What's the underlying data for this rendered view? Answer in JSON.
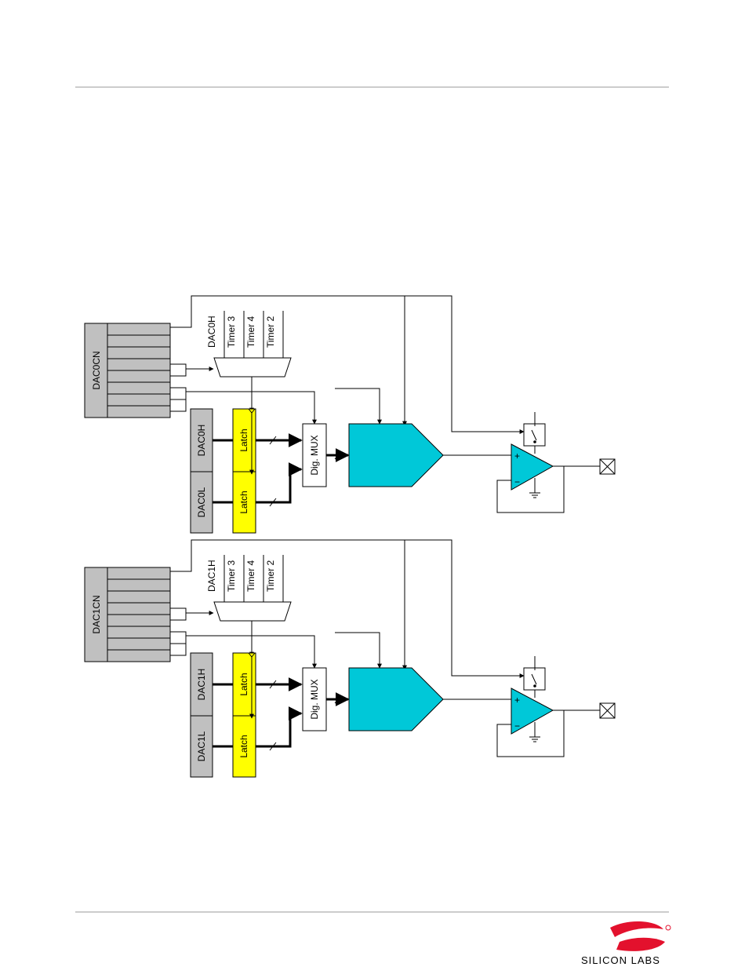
{
  "channels": [
    {
      "control_register": "DAC0CN",
      "high_register": "DAC0H",
      "low_register": "DAC0L",
      "mux_inputs": [
        "DAC0H",
        "Timer 3",
        "Timer 4",
        "Timer 2"
      ],
      "latch_labels": [
        "Latch",
        "Latch"
      ],
      "digital_mux": "Dig. MUX"
    },
    {
      "control_register": "DAC1CN",
      "high_register": "DAC1H",
      "low_register": "DAC1L",
      "mux_inputs": [
        "DAC1H",
        "Timer 3",
        "Timer 4",
        "Timer 2"
      ],
      "latch_labels": [
        "Latch",
        "Latch"
      ],
      "digital_mux": "Dig. MUX"
    }
  ],
  "opamp": {
    "plus_sign": "+",
    "minus_sign": "−"
  },
  "logo": {
    "text": "SILICON LABS"
  },
  "colors": {
    "register_fill": "#c0c0c0",
    "latch_fill": "#ffff00",
    "dac_fill": "#00c8d8",
    "logo_red": "#e3112d"
  }
}
